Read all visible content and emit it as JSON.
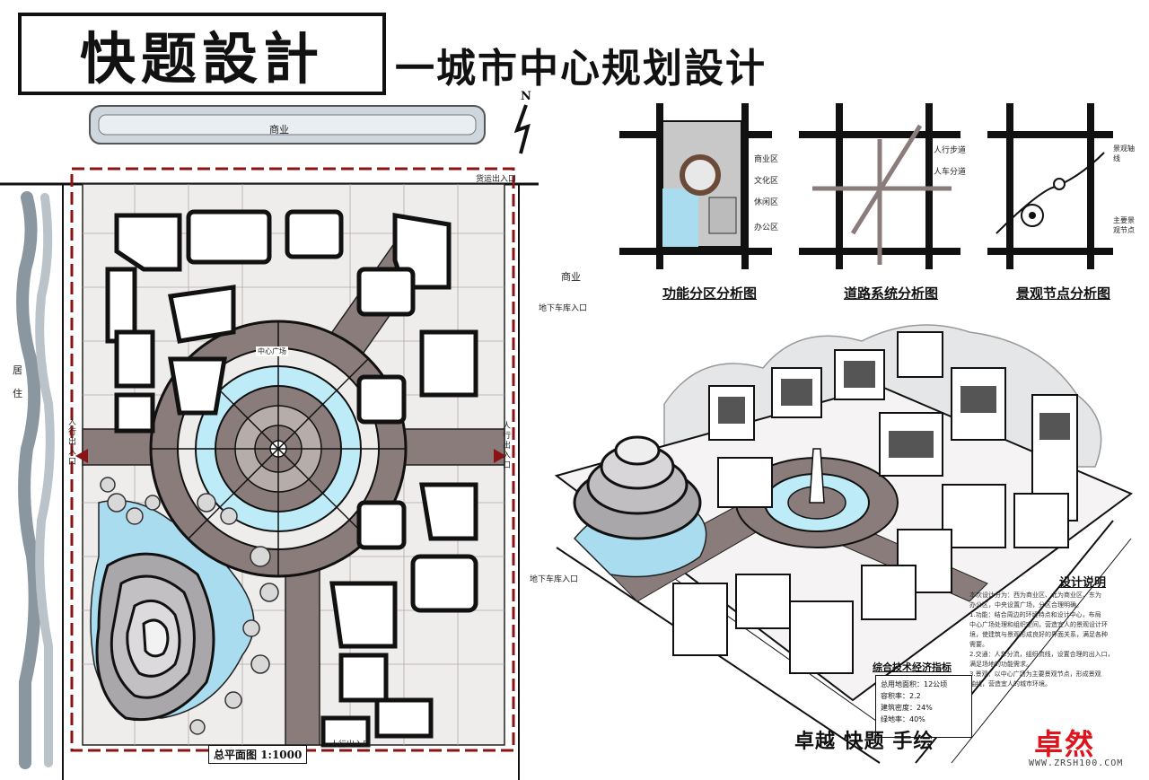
{
  "title": {
    "main": "快题設計",
    "sub": "一城市中心规划設计"
  },
  "north": "N",
  "site_plan": {
    "label": "总平面图 1:1000",
    "labels": {
      "commercial_top": "商业",
      "commercial_right": "商业",
      "residential": "居住",
      "goods_entrance_top": "货运出入口",
      "pedestrian_entrance_right": "人行出入口",
      "pedestrian_entrance_left": "人行出入口",
      "parking_entrance_1": "地下车库入口",
      "parking_entrance_2": "地下车库入口",
      "pedestrian_entrance_bottom": "人行出入口",
      "plaza": "中心广场"
    }
  },
  "analysis": [
    {
      "caption": "功能分区分析图",
      "labels": [
        "商业区",
        "文化区",
        "休闲区",
        "办公区"
      ]
    },
    {
      "caption": "道路系统分析图",
      "labels": [
        "人行步道",
        "人车分道"
      ]
    },
    {
      "caption": "景观节点分析图",
      "labels": [
        "景观轴线",
        "主要景观节点"
      ]
    }
  ],
  "design_notes": {
    "title": "设计说明",
    "lines": [
      "本次设计分为：西为商业区、北为商业区、东为",
      "办公区，中央设置广场，分区合理明确。",
      "1.功能：结合周边的环境特点和设计中心，布局",
      "中心广场处理和组织空间，营造宜人的景观设计环",
      "境，使建筑与景观形成良好的界面关系，满足各种",
      "需要。",
      "2.交通：人车分流，组织流线，设置合理的出入口，",
      "满足场地的功能需求。",
      "3.景观：以中心广场为主要景观节点，形成景观",
      "轴线，营造宜人的城市环境。"
    ]
  },
  "tech_indicators": {
    "title": "综合技术经济指标",
    "items": [
      "总用地面积：12公顷",
      "容积率：2.2",
      "建筑密度：24%",
      "绿地率：40%"
    ]
  },
  "signature": "卓越 快题 手绘",
  "brand": {
    "logo": "卓然",
    "url": "WWW.ZRSH100.COM"
  },
  "colors": {
    "ink": "#111111",
    "gray": "#7d7777",
    "pavement": "#8a7c7a",
    "water": "#a9dcef",
    "red_boundary": "#8a1313"
  }
}
